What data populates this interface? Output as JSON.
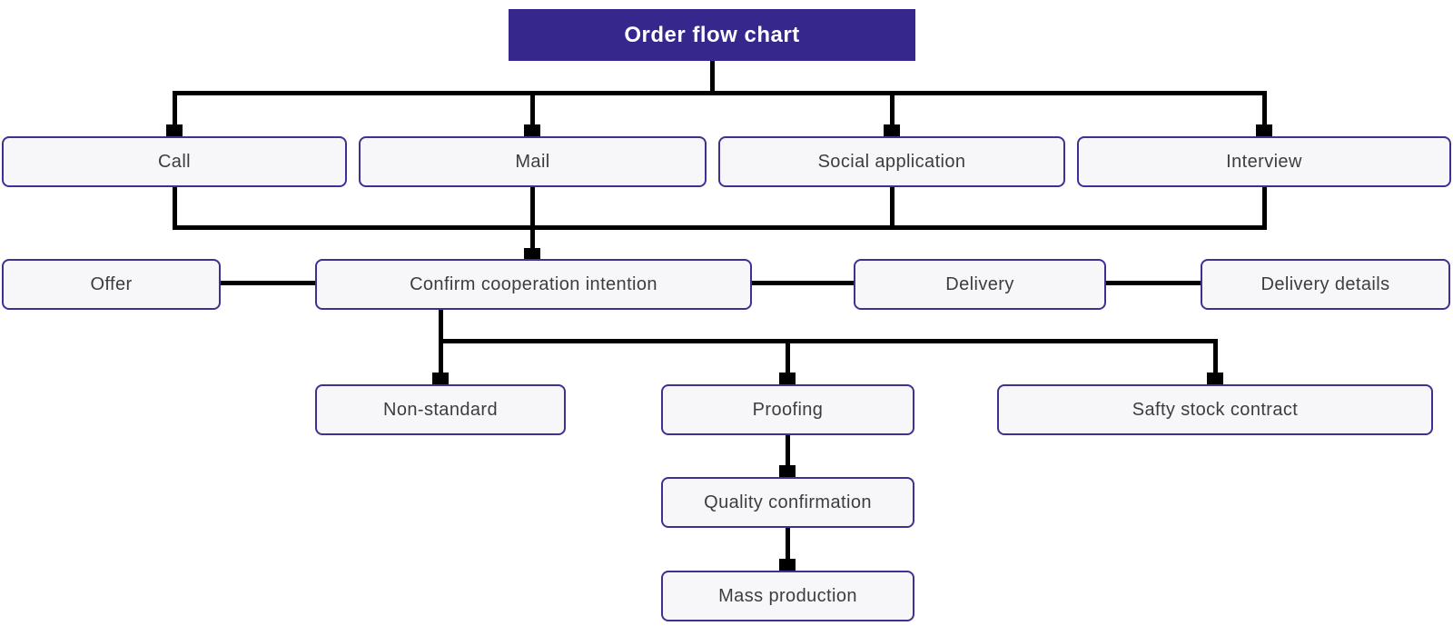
{
  "title": {
    "label": "Order flow chart"
  },
  "colors": {
    "title_bg": "#35278b",
    "title_text": "#ffffff",
    "node_bg": "#f7f7fa",
    "node_border": "#3e3191",
    "node_text": "#3d3d3d",
    "line": "#000000",
    "canvas_bg": "#ffffff"
  },
  "nodes": {
    "call": {
      "label": "Call"
    },
    "mail": {
      "label": "Mail"
    },
    "social_application": {
      "label": "Social application"
    },
    "interview": {
      "label": "Interview"
    },
    "offer": {
      "label": "Offer"
    },
    "confirm_cooperation": {
      "label": "Confirm cooperation intention"
    },
    "delivery": {
      "label": "Delivery"
    },
    "delivery_details": {
      "label": "Delivery details"
    },
    "non_standard": {
      "label": "Non-standard"
    },
    "proofing": {
      "label": "Proofing"
    },
    "safty_stock_contract": {
      "label": "Safty stock contract"
    },
    "quality_confirmation": {
      "label": "Quality confirmation"
    },
    "mass_production": {
      "label": "Mass production"
    }
  }
}
